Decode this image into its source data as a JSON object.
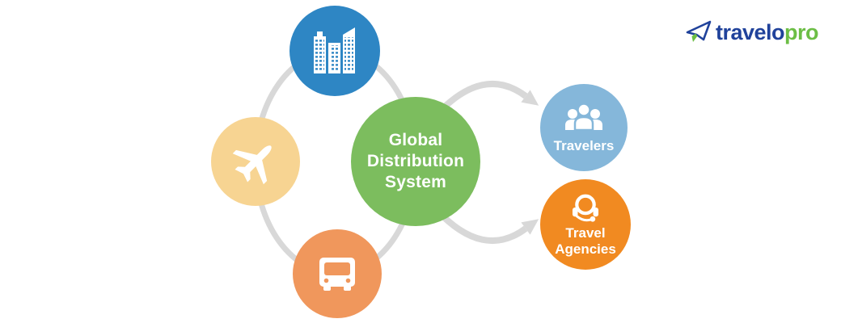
{
  "brand": {
    "name_primary": "travelo",
    "name_secondary": "pro",
    "icon": "paper-plane-icon",
    "color_primary": "#20429B",
    "color_secondary": "#6CBE45"
  },
  "diagram": {
    "center": {
      "label_lines": [
        "Global",
        "Distribution",
        "System"
      ],
      "color": "#7CBD5E",
      "text_color": "#FFFFFF"
    },
    "suppliers": [
      {
        "id": "hotels",
        "icon": "buildings-icon",
        "color": "#2E86C4"
      },
      {
        "id": "flights",
        "icon": "airplane-icon",
        "color": "#F7D492"
      },
      {
        "id": "buses",
        "icon": "bus-icon",
        "color": "#F0975C"
      }
    ],
    "consumers": [
      {
        "id": "travelers",
        "label": "Travelers",
        "icon": "people-icon",
        "color": "#85B7DA"
      },
      {
        "id": "agencies",
        "label_line1": "Travel",
        "label_line2": "Agencies",
        "icon": "headset-icon",
        "color": "#F18A21"
      }
    ],
    "connector_color": "#D8D8D8"
  }
}
